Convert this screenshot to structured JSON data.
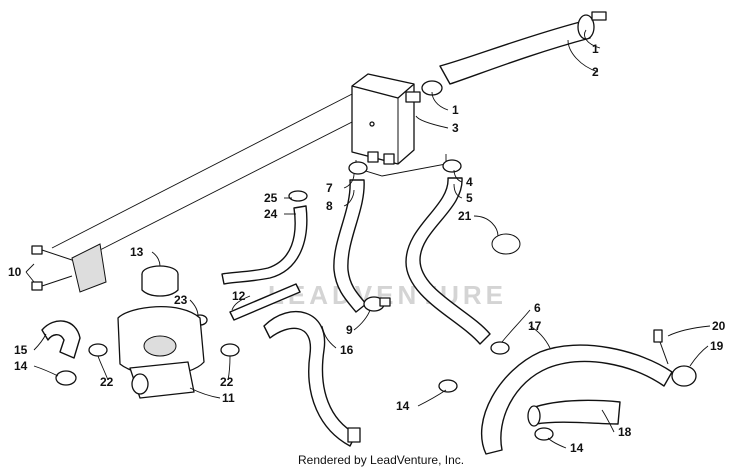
{
  "credit": "Rendered by LeadVenture, Inc.",
  "watermark": "LEADVENTURE",
  "callouts": [
    {
      "id": "c1a",
      "text": "1"
    },
    {
      "id": "c2",
      "text": "2"
    },
    {
      "id": "c1b",
      "text": "1"
    },
    {
      "id": "c3",
      "text": "3"
    },
    {
      "id": "c4",
      "text": "4"
    },
    {
      "id": "c5",
      "text": "5"
    },
    {
      "id": "c21",
      "text": "21"
    },
    {
      "id": "c7",
      "text": "7"
    },
    {
      "id": "c8",
      "text": "8"
    },
    {
      "id": "c25",
      "text": "25"
    },
    {
      "id": "c24",
      "text": "24"
    },
    {
      "id": "c13",
      "text": "13"
    },
    {
      "id": "c10",
      "text": "10"
    },
    {
      "id": "c23",
      "text": "23"
    },
    {
      "id": "c12",
      "text": "12"
    },
    {
      "id": "c9",
      "text": "9"
    },
    {
      "id": "c16",
      "text": "16"
    },
    {
      "id": "c6",
      "text": "6"
    },
    {
      "id": "c17",
      "text": "17"
    },
    {
      "id": "c20",
      "text": "20"
    },
    {
      "id": "c19",
      "text": "19"
    },
    {
      "id": "c15",
      "text": "15"
    },
    {
      "id": "c14a",
      "text": "14"
    },
    {
      "id": "c22a",
      "text": "22"
    },
    {
      "id": "c22b",
      "text": "22"
    },
    {
      "id": "c11",
      "text": "11"
    },
    {
      "id": "c14b",
      "text": "14"
    },
    {
      "id": "c18",
      "text": "18"
    },
    {
      "id": "c14c",
      "text": "14"
    }
  ]
}
